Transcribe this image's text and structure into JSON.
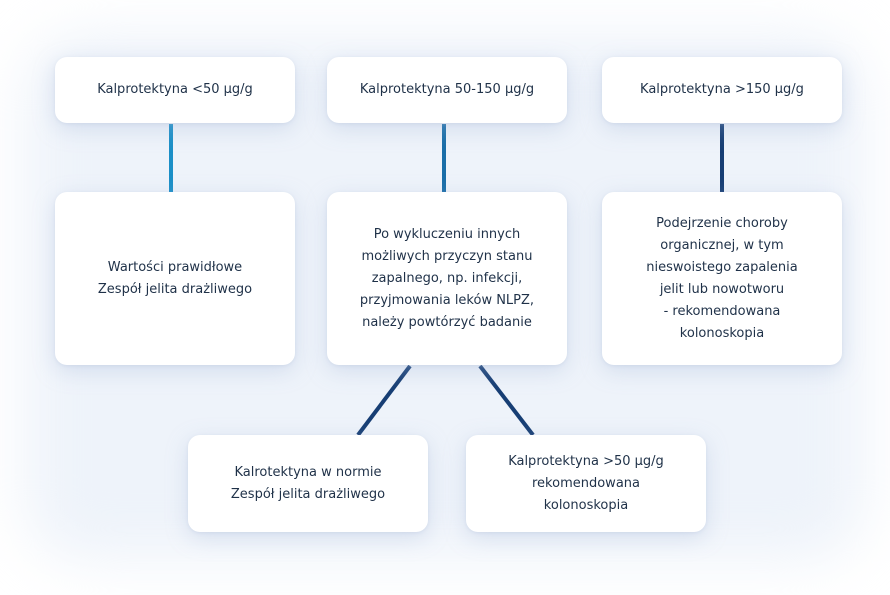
{
  "colors": {
    "line_light": "#1b8fc7",
    "line_mid": "#1a6ea8",
    "line_dark": "#173e74",
    "text": "#1f3148",
    "box_bg": "#ffffff"
  },
  "headers": {
    "low": "Kalprotektyna <50 µg/g",
    "mid": "Kalprotektyna 50-150 µg/g",
    "high": "Kalprotektyna >150 µg/g"
  },
  "results": {
    "low": "Wartości prawidłowe\nZespół jelita drażliwego",
    "mid": "Po wykluczeniu innych\nmożliwych przyczyn stanu\nzapalnego, np. infekcji,\nprzyjmowania leków NLPZ,\nnależy powtórzyć badanie",
    "high": "Podejrzenie choroby\norganicznej, w tym\nnieswoistego zapalenia\njelit lub nowotworu\n- rekomendowana\nkolonoskopia"
  },
  "followups": {
    "normal": "Kalrotektyna w normie\nZespół jelita drażliwego",
    "elevated": "Kalprotektyna >50 µg/g\nrekomendowana\nkolonoskopia"
  }
}
